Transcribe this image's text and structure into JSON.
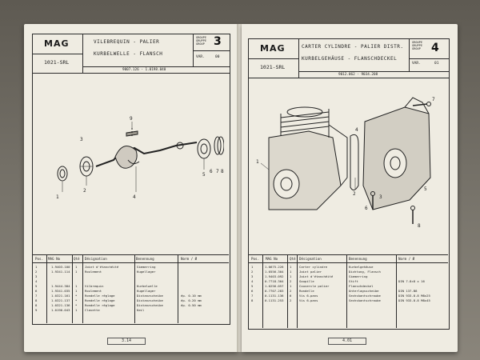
{
  "brand": "MAG",
  "left": {
    "model": "1021-SRL",
    "title_fr": "VILEBREQUIN - PALIER",
    "title_de": "KURBELWELLE - FLANSCH",
    "group_label": [
      "GROUPE",
      "GRUPPE",
      "GROUP"
    ],
    "group_number": "3",
    "var_label": "VAR.",
    "var_value": "00",
    "serial_range": "9007.126 - 1.0198.040",
    "columns": [
      "Pos.",
      "MAG No",
      "Qté",
      "Désignation",
      "Benennung",
      "Norm / Ø"
    ],
    "rows": [
      {
        "pos": "1",
        "no": "1.9403.100",
        "qty": "1",
        "fr": "Joint d'étanchéité",
        "de": "Simmerring",
        "norm": ""
      },
      {
        "pos": "2",
        "no": "1.9341.114",
        "qty": "1",
        "fr": "Roulement",
        "de": "Kugellager",
        "norm": ""
      },
      {
        "pos": "3",
        "no": "",
        "qty": "",
        "fr": "",
        "de": "",
        "norm": ""
      },
      {
        "pos": "4",
        "no": "",
        "qty": "",
        "fr": "",
        "de": "",
        "norm": ""
      },
      {
        "pos": "5",
        "no": "1.9444.384",
        "qty": "1",
        "fr": "Vilbrequin",
        "de": "Kurbelwelle",
        "norm": ""
      },
      {
        "pos": "6",
        "no": "1.9341.035",
        "qty": "1",
        "fr": "Roulement",
        "de": "Kugellager",
        "norm": ""
      },
      {
        "pos": "7",
        "no": "1.0321.161",
        "qty": "*",
        "fr": "Rondelle réglage",
        "de": "Distanzscheibe",
        "norm": "ép. 0.10 mm"
      },
      {
        "pos": "8",
        "no": "1.0321.137",
        "qty": "*",
        "fr": "Rondelle réglage",
        "de": "Distanzscheibe",
        "norm": "ép. 0.20 mm"
      },
      {
        "pos": "8",
        "no": "1.0321.136",
        "qty": "*",
        "fr": "Rondelle réglage",
        "de": "Distanzscheibe",
        "norm": "ép. 0.50 mm"
      },
      {
        "pos": "9",
        "no": "1.0190.043",
        "qty": "1",
        "fr": "Clavette",
        "de": "Keil",
        "norm": ""
      }
    ],
    "page": "3.14",
    "callouts": [
      "1",
      "2",
      "3",
      "4",
      "5",
      "6",
      "7",
      "8",
      "9"
    ]
  },
  "right": {
    "model": "1021-SRL",
    "title_fr": "CARTER CYLINDRE - PALIER DISTR.",
    "title_de": "KURBELGEHÄUSE - FLANSCHDECKEL",
    "group_label": [
      "GROUPE",
      "GRUPPE",
      "GROUP"
    ],
    "group_number": "4",
    "var_label": "VAR.",
    "var_value": "01",
    "serial_range": "9012.062 - 9034.208",
    "columns": [
      "Pos.",
      "MAG No",
      "Qté",
      "Désignation",
      "Benennung",
      "Norm / Ø"
    ],
    "rows": [
      {
        "pos": "1",
        "no": "1.0675.226",
        "qty": "1",
        "fr": "Carter cylindre",
        "de": "Kurbelgehäuse",
        "norm": ""
      },
      {
        "pos": "2",
        "no": "1.0556.304",
        "qty": "1",
        "fr": "Joint palier",
        "de": "Dichtung, Flansch",
        "norm": ""
      },
      {
        "pos": "3",
        "no": "1.9403.092",
        "qty": "1",
        "fr": "Joint d'étanchéité",
        "de": "Simmerring",
        "norm": ""
      },
      {
        "pos": "4",
        "no": "0.7718.304",
        "qty": "2",
        "fr": "Goupille",
        "de": "Stift",
        "norm": "DIN 7-8×8 x 16"
      },
      {
        "pos": "5",
        "no": "1.0256.057",
        "qty": "1",
        "fr": "Couvercle palier",
        "de": "Flanschdeckel",
        "norm": ""
      },
      {
        "pos": "6",
        "no": "0.7707.283",
        "qty": "2",
        "fr": "Rondelle",
        "de": "Unterlagsscheibe",
        "norm": "DIN 137-B8"
      },
      {
        "pos": "7",
        "no": "0.1131.136",
        "qty": "6",
        "fr": "Vis 6-pans",
        "de": "Sechskantschraube",
        "norm": "DIN 933-8.8 M8x25"
      },
      {
        "pos": "8",
        "no": "0.1131.253",
        "qty": "2",
        "fr": "Vis 6-pans",
        "de": "Sechskantschraube",
        "norm": "DIN 933-8.8 M8x45"
      }
    ],
    "page": "4.01",
    "callouts": [
      "1",
      "2",
      "3",
      "4",
      "5",
      "6",
      "7",
      "8"
    ]
  }
}
